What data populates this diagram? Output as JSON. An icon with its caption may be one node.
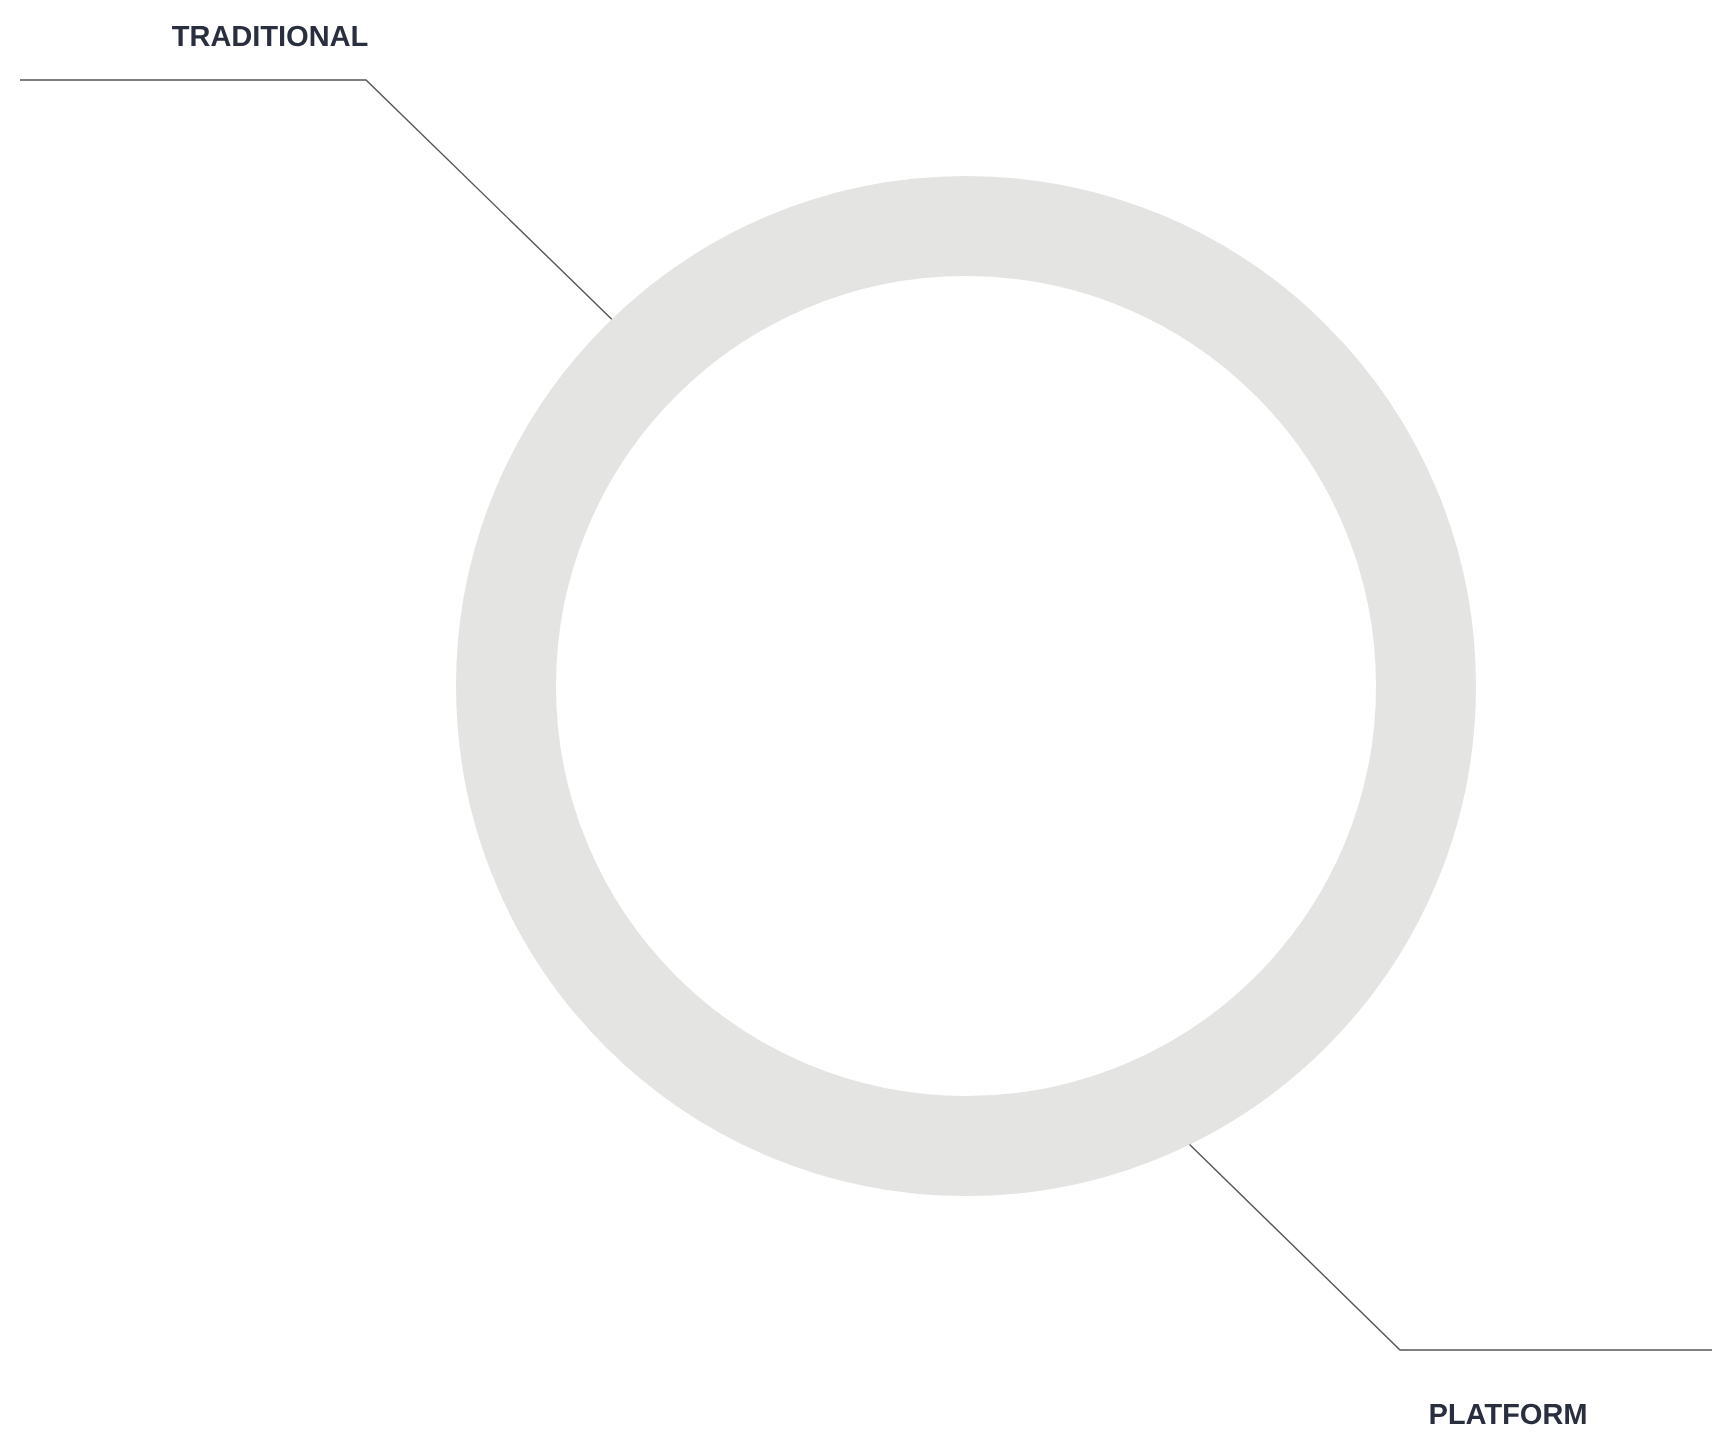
{
  "diagram": {
    "nodes": [
      {
        "text": [
          "TRADITIONAL"
        ]
      },
      {
        "text": [],
        "shape": "circle"
      },
      {
        "text": [
          "PLATFORM"
        ]
      }
    ],
    "edges": [
      {
        "from": 0,
        "to": 1,
        "arrow": "none"
      },
      {
        "from": 2,
        "to": 1,
        "arrow": "none"
      }
    ]
  }
}
